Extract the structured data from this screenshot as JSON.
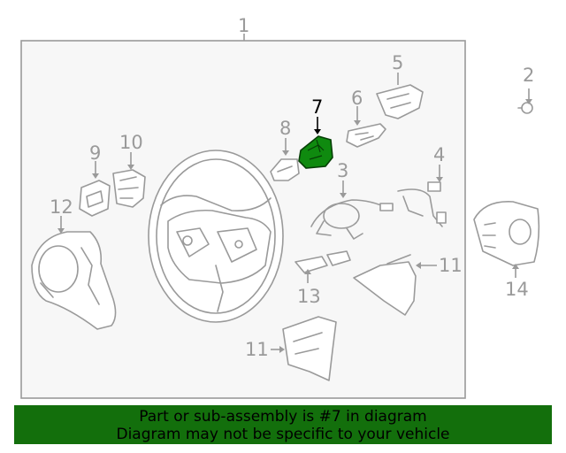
{
  "diagram": {
    "callouts": [
      {
        "id": "1",
        "highlighted": false
      },
      {
        "id": "2",
        "highlighted": false
      },
      {
        "id": "3",
        "highlighted": false
      },
      {
        "id": "4",
        "highlighted": false
      },
      {
        "id": "5",
        "highlighted": false
      },
      {
        "id": "6",
        "highlighted": false
      },
      {
        "id": "7",
        "highlighted": true
      },
      {
        "id": "8",
        "highlighted": false
      },
      {
        "id": "9",
        "highlighted": false
      },
      {
        "id": "10",
        "highlighted": false
      },
      {
        "id": "11",
        "highlighted": false
      },
      {
        "id": "11",
        "highlighted": false
      },
      {
        "id": "12",
        "highlighted": false
      },
      {
        "id": "13",
        "highlighted": false
      },
      {
        "id": "14",
        "highlighted": false
      }
    ],
    "colors": {
      "line": "#9a9a9a",
      "highlight_part": "#0f8a0f",
      "highlight_label": "#000000",
      "banner_bg": "#136f0c",
      "frame_bg": "#f7f7f7"
    }
  },
  "banner": {
    "line1": "Part or sub-assembly is #7 in diagram",
    "line2": "Diagram may not be specific to your vehicle"
  }
}
